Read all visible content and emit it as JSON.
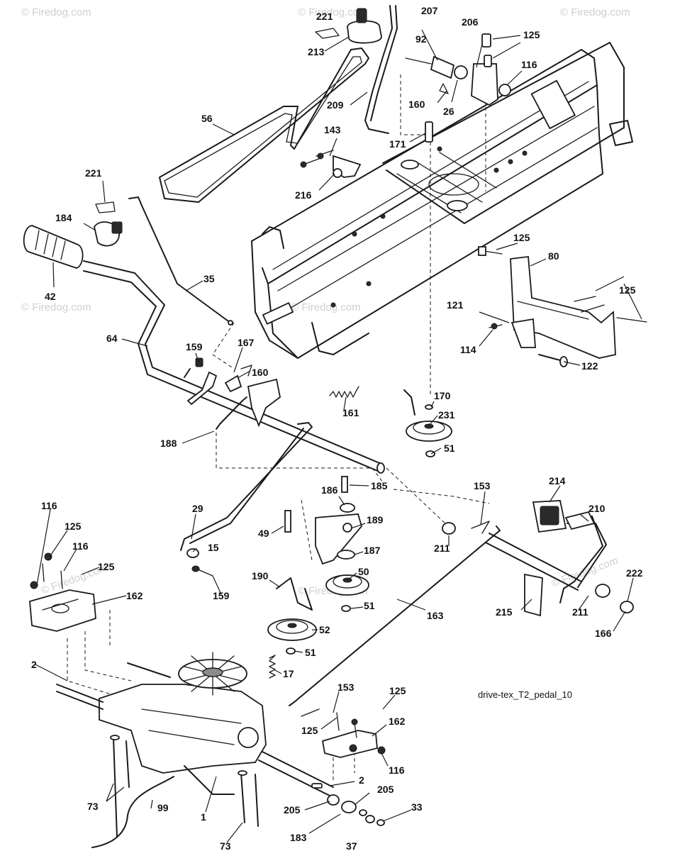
{
  "diagram_code": "drive-tex_T2_pedal_10",
  "watermark": "© Firedog.com",
  "parts": [
    {
      "id": "p221a",
      "label": "221"
    },
    {
      "id": "p213",
      "label": "213"
    },
    {
      "id": "p207",
      "label": "207"
    },
    {
      "id": "p206",
      "label": "206"
    },
    {
      "id": "p125a",
      "label": "125"
    },
    {
      "id": "p92",
      "label": "92"
    },
    {
      "id": "p116a",
      "label": "116"
    },
    {
      "id": "p56",
      "label": "56"
    },
    {
      "id": "p209",
      "label": "209"
    },
    {
      "id": "p160a",
      "label": "160"
    },
    {
      "id": "p26",
      "label": "26"
    },
    {
      "id": "p171",
      "label": "171"
    },
    {
      "id": "p143",
      "label": "143"
    },
    {
      "id": "p216",
      "label": "216"
    },
    {
      "id": "p221b",
      "label": "221"
    },
    {
      "id": "p184",
      "label": "184"
    },
    {
      "id": "p42",
      "label": "42"
    },
    {
      "id": "p35",
      "label": "35"
    },
    {
      "id": "p125b",
      "label": "125"
    },
    {
      "id": "p80",
      "label": "80"
    },
    {
      "id": "p125c",
      "label": "125"
    },
    {
      "id": "p121",
      "label": "121"
    },
    {
      "id": "p114",
      "label": "114"
    },
    {
      "id": "p122",
      "label": "122"
    },
    {
      "id": "p64",
      "label": "64"
    },
    {
      "id": "p159a",
      "label": "159"
    },
    {
      "id": "p167",
      "label": "167"
    },
    {
      "id": "p160b",
      "label": "160"
    },
    {
      "id": "p161",
      "label": "161"
    },
    {
      "id": "p170",
      "label": "170"
    },
    {
      "id": "p231",
      "label": "231"
    },
    {
      "id": "p51a",
      "label": "51"
    },
    {
      "id": "p188",
      "label": "188"
    },
    {
      "id": "p185",
      "label": "185"
    },
    {
      "id": "p186",
      "label": "186"
    },
    {
      "id": "p153a",
      "label": "153"
    },
    {
      "id": "p214",
      "label": "214"
    },
    {
      "id": "p210",
      "label": "210"
    },
    {
      "id": "p116b",
      "label": "116"
    },
    {
      "id": "p125d",
      "label": "125"
    },
    {
      "id": "p116c",
      "label": "116"
    },
    {
      "id": "p125e",
      "label": "125"
    },
    {
      "id": "p29",
      "label": "29"
    },
    {
      "id": "p189",
      "label": "189"
    },
    {
      "id": "p49",
      "label": "49"
    },
    {
      "id": "p211a",
      "label": "211"
    },
    {
      "id": "p187",
      "label": "187"
    },
    {
      "id": "p15",
      "label": "15"
    },
    {
      "id": "p50",
      "label": "50"
    },
    {
      "id": "p222",
      "label": "222"
    },
    {
      "id": "p159b",
      "label": "159"
    },
    {
      "id": "p190",
      "label": "190"
    },
    {
      "id": "p162a",
      "label": "162"
    },
    {
      "id": "p51b",
      "label": "51"
    },
    {
      "id": "p163",
      "label": "163"
    },
    {
      "id": "p215",
      "label": "215"
    },
    {
      "id": "p211b",
      "label": "211"
    },
    {
      "id": "p166",
      "label": "166"
    },
    {
      "id": "p52",
      "label": "52"
    },
    {
      "id": "p51c",
      "label": "51"
    },
    {
      "id": "p2a",
      "label": "2"
    },
    {
      "id": "p17",
      "label": "17"
    },
    {
      "id": "p153b",
      "label": "153"
    },
    {
      "id": "p125f",
      "label": "125"
    },
    {
      "id": "p162b",
      "label": "162"
    },
    {
      "id": "p125g",
      "label": "125"
    },
    {
      "id": "p116d",
      "label": "116"
    },
    {
      "id": "p2b",
      "label": "2"
    },
    {
      "id": "p205a",
      "label": "205"
    },
    {
      "id": "p73a",
      "label": "73"
    },
    {
      "id": "p99",
      "label": "99"
    },
    {
      "id": "p1",
      "label": "1"
    },
    {
      "id": "p205b",
      "label": "205"
    },
    {
      "id": "p33",
      "label": "33"
    },
    {
      "id": "p183",
      "label": "183"
    },
    {
      "id": "p37",
      "label": "37"
    },
    {
      "id": "p73b",
      "label": "73"
    }
  ]
}
